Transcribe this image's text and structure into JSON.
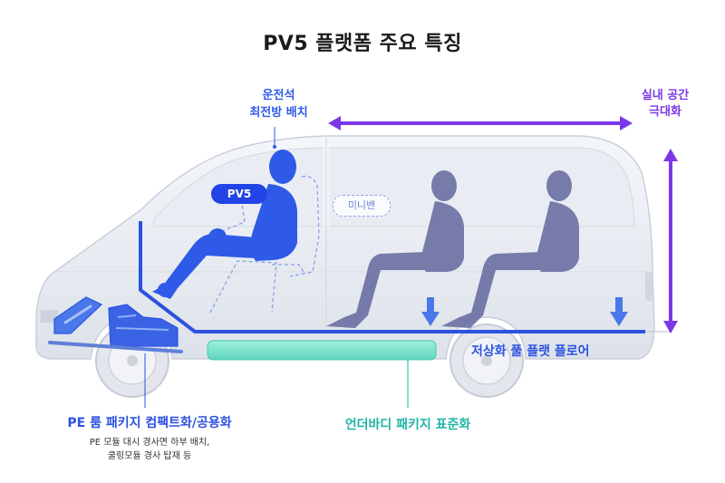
{
  "title": "PV5 플랫폼 주요 특징",
  "labels": {
    "driver_line1": "운전석",
    "driver_line2": "최전방 배치",
    "space_line1": "실내 공간",
    "space_line2": "극대화",
    "pv5_badge": "PV5",
    "minivan_badge": "미니밴",
    "low_floor": "저상화 풀 플랫 플로어",
    "pe_room": "PE 룸 패키지 컴팩트화/공용화",
    "pe_desc_line1": "PE 모듈 대시 경사면 하부 배치,",
    "pe_desc_line2": "쿨링모듈 경사 탑재 등",
    "underbody": "언더바디 패키지 표준화"
  },
  "colors": {
    "driver_blue": "#2f5ae8",
    "badge_blue": "#2243e6",
    "space_purple": "#7b38e8",
    "floor_blue": "#2c52e0",
    "battery_teal": "#1fb5a6",
    "passenger_gray": "#6b6fa3"
  }
}
